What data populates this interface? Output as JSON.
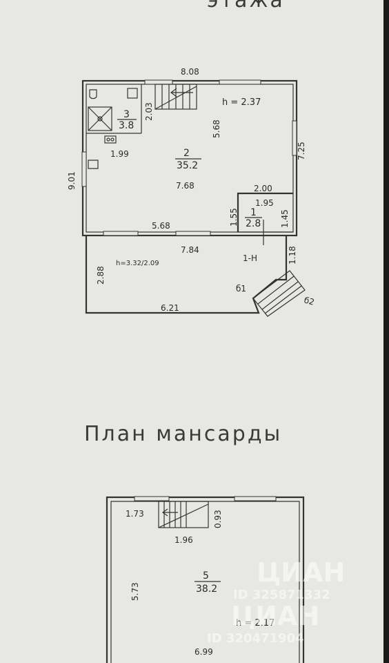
{
  "header_fragment": "этажа",
  "ground_floor": {
    "dims": {
      "top_total": "8.08",
      "left_total": "9.01",
      "bath_height": "2.03",
      "height_note": "h = 2.37",
      "inner_height": "5.68",
      "right_height": "7.25",
      "kitchen_width": "1.99",
      "hall_width": "7.68",
      "closet_width_outer": "2.00",
      "closet_width_inner": "1.95",
      "closet_height_left": "1.55",
      "closet_height_right": "1.45",
      "bottom_wall": "5.68",
      "terrace_top": "7.84",
      "terrace_height_note": "h=3.32/2.09",
      "terrace_side": "2.88",
      "terrace_bottom": "6.21",
      "entry_height": "1.18"
    },
    "rooms": {
      "bath_num": "3",
      "bath_area": "3.8",
      "main_num": "2",
      "main_area": "35.2",
      "closet_num": "1",
      "closet_area": "2.8"
    },
    "labels": {
      "section": "1-H",
      "terrace": "б1",
      "porch": "б2"
    }
  },
  "attic": {
    "title": "План мансарды",
    "dims": {
      "left_top": "1.73",
      "stair_height": "0.93",
      "stair_width": "1.96",
      "left_height": "5.73",
      "height_note": "h = 2.17",
      "bottom_width": "6.99"
    },
    "rooms": {
      "num": "5",
      "area": "38.2"
    }
  },
  "watermarks": {
    "brand": "ЦИАН",
    "id1": "ID 325871332",
    "id2": "ID 320471904"
  }
}
